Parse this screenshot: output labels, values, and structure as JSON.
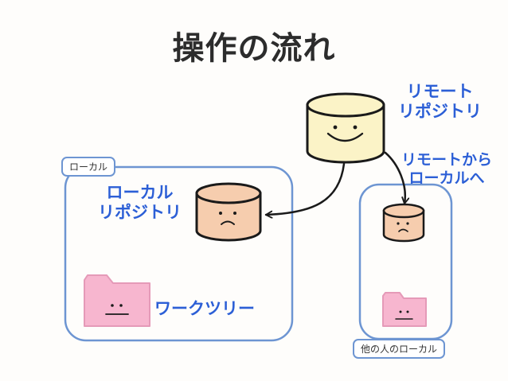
{
  "title": "操作の流れ",
  "remote": {
    "label_line1": "リモート",
    "label_line2": "リポジトリ"
  },
  "flow": {
    "line1": "リモートから",
    "line2": "ローカルへ"
  },
  "local": {
    "tag": "ローカル",
    "repo_line1": "ローカル",
    "repo_line2": "リポジトリ",
    "worktree": "ワークツリー"
  },
  "other": {
    "tag": "他の人のローカル"
  },
  "colors": {
    "accent_text": "#2c5fd6",
    "box_border": "#6d95d2",
    "remote_fill": "#fbf3c7",
    "repo_fill": "#f6cdae",
    "folder_fill": "#f7b6cf"
  }
}
